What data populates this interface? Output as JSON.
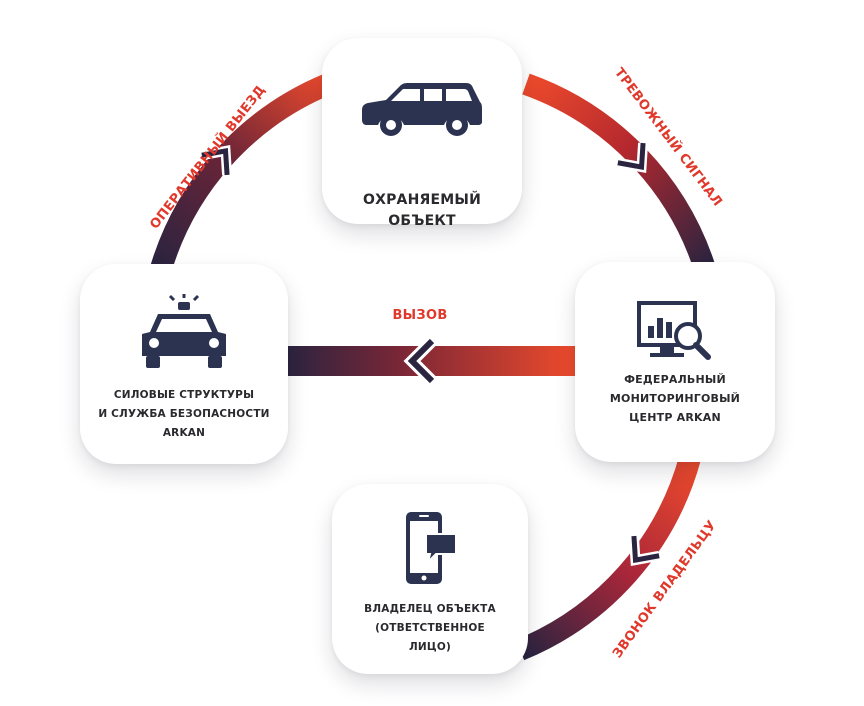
{
  "nodes": {
    "protected_object": {
      "label": "ОХРАНЯЕМЫЙ\nОБЪЕКТ",
      "icon": "suv-car-icon"
    },
    "security_forces": {
      "label": "СИЛОВЫЕ СТРУКТУРЫ\nИ СЛУЖБА БЕЗОПАСНОСТИ\nARKAN",
      "icon": "police-car-icon"
    },
    "monitoring_center": {
      "label": "ФЕДЕРАЛЬНЫЙ\nМОНИТОРИНГОВЫЙ\nЦЕНТР ARKAN",
      "icon": "monitor-analytics-icon"
    },
    "owner": {
      "label": "ВЛАДЕЛЕЦ ОБЪЕКТА\n(ОТВЕТСТВЕННОЕ\nЛИЦО)",
      "icon": "smartphone-message-icon"
    }
  },
  "arrows": {
    "rapid_response": "ОПЕРАТИВНЫЙ ВЫЕЗД",
    "alarm_signal": "ТРЕВОЖНЫЙ СИГНАЛ",
    "call": "ВЫЗОВ",
    "owner_call": "ЗВОНОК ВЛАДЕЛЬЦУ"
  },
  "colors": {
    "arrow_dark": "#2a2440",
    "arrow_red": "#e8402b",
    "label_red": "#e0392b",
    "icon": "#2b3350",
    "text": "#2a2a2e"
  }
}
